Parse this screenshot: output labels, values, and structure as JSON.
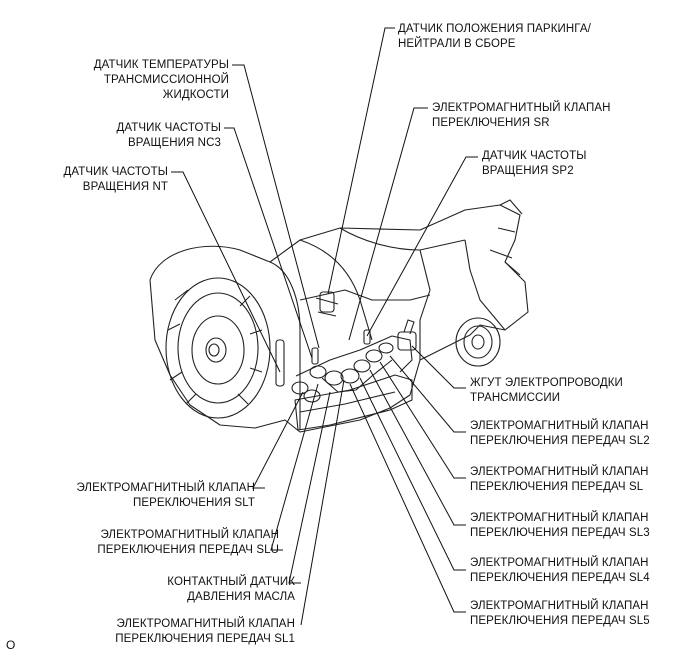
{
  "labels": {
    "park_neutral": "ДАТЧИК ПОЛОЖЕНИЯ ПАРКИНГА/\nНЕЙТРАЛИ В СБОРЕ",
    "fluid_temp": "ДАТЧИК ТЕМПЕРАТУРЫ\nТРАНСМИССИОННОЙ\nЖИДКОСТИ",
    "sr": "ЭЛЕКТРОМАГНИТНЫЙ КЛАПАН\nПЕРЕКЛЮЧЕНИЯ SR",
    "nc3": "ДАТЧИК ЧАСТОТЫ\nВРАЩЕНИЯ NC3",
    "sp2": "ДАТЧИК ЧАСТОТЫ\nВРАЩЕНИЯ SP2",
    "nt": "ДАТЧИК ЧАСТОТЫ\nВРАЩЕНИЯ NT",
    "harness": "ЖГУТ ЭЛЕКТРОПРОВОДКИ\nТРАНСМИССИИ",
    "sl2": "ЭЛЕКТРОМАГНИТНЫЙ КЛАПАН\nПЕРЕКЛЮЧЕНИЯ ПЕРЕДАЧ SL2",
    "sl": "ЭЛЕКТРОМАГНИТНЫЙ КЛАПАН\nПЕРЕКЛЮЧЕНИЯ ПЕРЕДАЧ SL",
    "slt": "ЭЛЕКТРОМАГНИТНЫЙ КЛАПАН\nПЕРЕКЛЮЧЕНИЯ SLT",
    "sl3": "ЭЛЕКТРОМАГНИТНЫЙ КЛАПАН\nПЕРЕКЛЮЧЕНИЯ ПЕРЕДАЧ SL3",
    "slu": "ЭЛЕКТРОМАГНИТНЫЙ КЛАПАН\nПЕРЕКЛЮЧЕНИЯ ПЕРЕДАЧ SLU",
    "sl4": "ЭЛЕКТРОМАГНИТНЫЙ КЛАПАН\nПЕРЕКЛЮЧЕНИЯ ПЕРЕДАЧ SL4",
    "oil_pressure": "КОНТАКТНЫЙ ДАТЧИК\nДАВЛЕНИЯ МАСЛА",
    "sl5": "ЭЛЕКТРОМАГНИТНЫЙ КЛАПАН\nПЕРЕКЛЮЧЕНИЯ ПЕРЕДАЧ SL5",
    "sl1": "ЭЛЕКТРОМАГНИТНЫЙ КЛАПАН\nПЕРЕКЛЮЧЕНИЯ ПЕРЕДАЧ SL1"
  },
  "corner_mark": "O"
}
